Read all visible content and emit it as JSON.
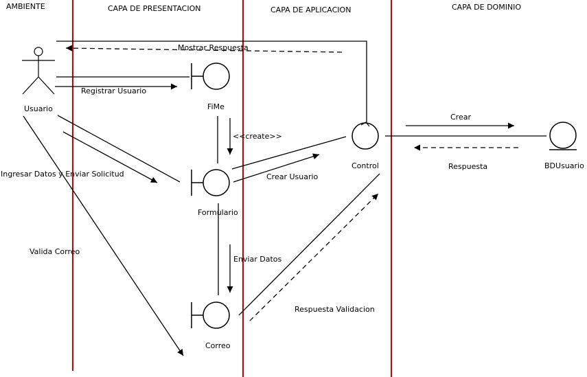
{
  "lanes": {
    "ambiente": "AMBIENTE",
    "presentacion": "CAPA DE PRESENTACION",
    "aplicacion": "CAPA DE APLICACION",
    "dominio": "CAPA DE DOMINIO"
  },
  "actors": {
    "usuario": "Usuario"
  },
  "objects": {
    "fime": "FiMe",
    "formulario": "Formulario",
    "correo": "Correo",
    "control": "Control",
    "bdusuario": "BDUsuario"
  },
  "messages": {
    "mostrar_respuesta": "Mostrar Respuesta",
    "registrar_usuario": "Registrar Usuario",
    "create": "<<create>>",
    "ingresar_datos": "Ingresar Datos y Enviar Solicitud",
    "crear_usuario": "Crear Usuario",
    "crear": "Crear",
    "respuesta": "Respuesta",
    "valida_correo": "Valida Correo",
    "enviar_datos": "Enviar Datos",
    "respuesta_validacion": "Respuesta Validacion"
  },
  "colors": {
    "lane_divider": "#cc0000",
    "stroke": "#000000"
  }
}
